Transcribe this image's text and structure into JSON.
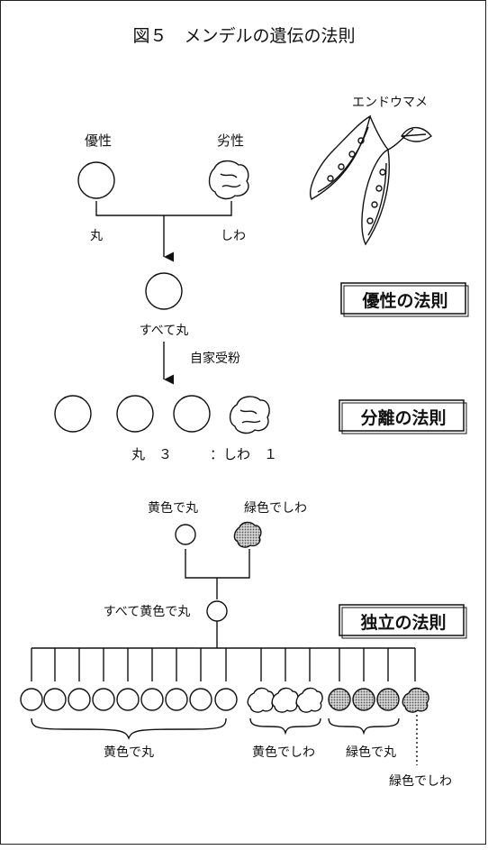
{
  "title": "図５　メンデルの遺伝の法則",
  "pea_plant_label": "エンドウマメ",
  "parents": {
    "dominant": "優性",
    "recessive": "劣性",
    "round": "丸",
    "wrinkled": "しわ"
  },
  "f1_label": "すべて丸",
  "self_pollination": "自家受粉",
  "law_dominance": "優性の法則",
  "law_segregation": "分離の法則",
  "ratio_round": "丸　３",
  "ratio_wrinkled": "：しわ　１",
  "dihybrid": {
    "parent_a": "黄色で丸",
    "parent_b": "緑色でしわ",
    "f1": "すべて黄色で丸",
    "law": "独立の法則",
    "groups": [
      "黄色で丸",
      "黄色でしわ",
      "緑色で丸",
      "緑色でしわ"
    ]
  },
  "colors": {
    "ink": "#111111",
    "green_fill": "#9a9a9a"
  }
}
